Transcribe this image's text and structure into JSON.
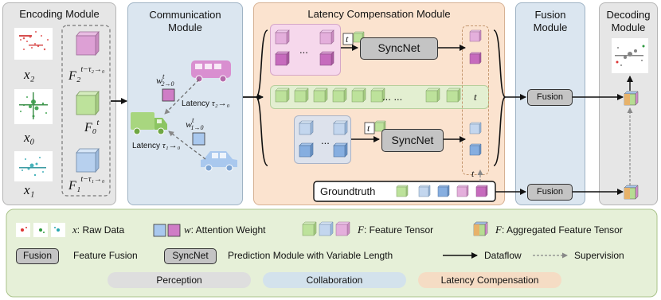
{
  "modules": {
    "encoding": "Encoding Module",
    "communication": "Communication Module",
    "latency": "Latency Compensation Module",
    "fusion": "Fusion Module",
    "decoding": "Decoding Module"
  },
  "encoding": {
    "x2": "x₂",
    "x0": "x₀",
    "x1": "x₁",
    "f2": "F₂",
    "f2_sup": "t−τ₂→₀",
    "f0": "F₀",
    "f0_sup": "t",
    "f1": "F₁",
    "f1_sup": "t−τ₁→₀"
  },
  "communication": {
    "w2": "w",
    "w2_sup": "t",
    "w2_sub": "2→0",
    "w1": "w",
    "w1_sup": "t",
    "w1_sub": "1→0",
    "lat2_prefix": "Latency ",
    "lat2_sym": "τ₂→₀",
    "lat1_prefix": "Latency ",
    "lat1_sym": "τ₁→₀"
  },
  "latency": {
    "ellipsis_short": "...",
    "ellipsis_long": "... ...",
    "t": "t",
    "syncnet": "SyncNet",
    "groundtruth": "Groundtruth"
  },
  "fusion": {
    "label": "Fusion"
  },
  "legend": {
    "raw_sym": "x",
    "raw_text": ": Raw Data",
    "attn_sym": "w",
    "attn_text": ": Attention Weight",
    "feat_sym": "F",
    "feat_text": ": Feature Tensor",
    "agg_sym": "F",
    "agg_text": ": Aggregated Feature Tensor",
    "fusion_btn": "Fusion",
    "fusion_text": "Feature Fusion",
    "syncnet_btn": "SyncNet",
    "syncnet_text": "Prediction Module with Variable Length",
    "dataflow": "Dataflow",
    "supervision": "Supervision",
    "perception": "Perception",
    "collaboration": "Collaboration",
    "latency_comp": "Latency Compensation"
  },
  "colors": {
    "perception_bg": "#e6e6e6",
    "collaboration_bg": "#dbe6f0",
    "latency_bg": "#fbe3cf",
    "legend_bg": "#e6f0d8",
    "pink": "#d98fd0",
    "green": "#b6dc93",
    "blue": "#a9c8ee"
  }
}
